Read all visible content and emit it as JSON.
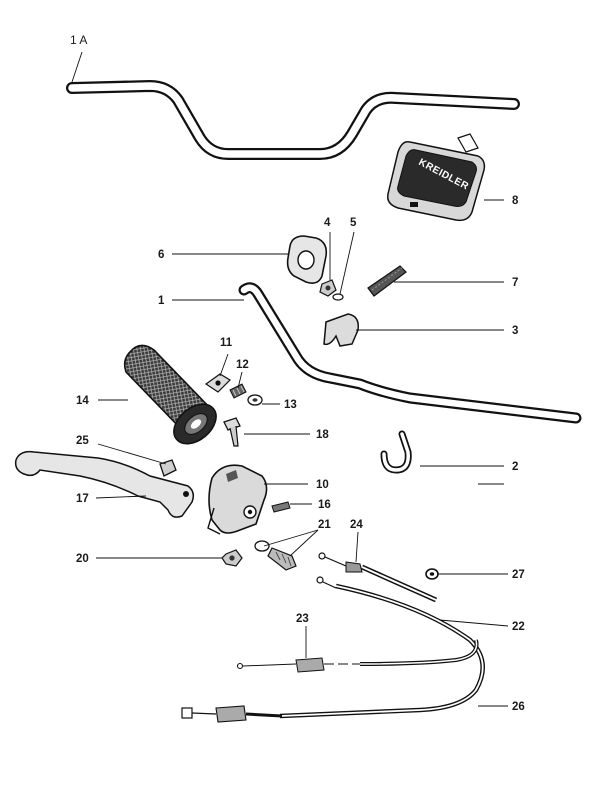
{
  "diagram": {
    "brand_mark": "KREIDLER",
    "labels": {
      "p1A": "1 A",
      "p1": "1",
      "p2": "2",
      "p3": "3",
      "p4": "4",
      "p5": "5",
      "p6": "6",
      "p7": "7",
      "p8": "8",
      "p10": "10",
      "p11": "11",
      "p12": "12",
      "p13": "13",
      "p14": "14",
      "p16": "16",
      "p17": "17",
      "p18": "18",
      "p20": "20",
      "p21": "21",
      "p22": "22",
      "p23": "23",
      "p24": "24",
      "p25": "25",
      "p26": "26",
      "p27": "27"
    }
  }
}
